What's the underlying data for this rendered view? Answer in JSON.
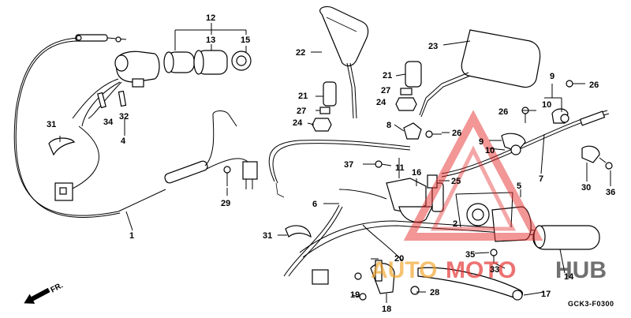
{
  "diagram": {
    "diagram_code": "GCK3-F0300",
    "front_label": "FR.",
    "watermark": {
      "auto": "AUTO",
      "moto": "MOTO",
      "hub": "HUB",
      "colors": {
        "red": "#e53030",
        "orange": "#f0a020",
        "dark": "#3a3a3a"
      }
    },
    "callouts": {
      "c1": "1",
      "c2": "2",
      "c4": "4",
      "c5": "5",
      "c6": "6",
      "c7": "7",
      "c8": "8",
      "c9a": "9",
      "c9b": "9",
      "c10a": "10",
      "c10b": "10",
      "c11": "11",
      "c12": "12",
      "c13": "13",
      "c14": "14",
      "c15": "15",
      "c16": "16",
      "c17": "17",
      "c18": "18",
      "c19": "19",
      "c20": "20",
      "c21a": "21",
      "c21b": "21",
      "c22": "22",
      "c23": "23",
      "c24a": "24",
      "c24b": "24",
      "c25": "25",
      "c26a": "26",
      "c26b": "26",
      "c26c": "26",
      "c27a": "27",
      "c27b": "27",
      "c28": "28",
      "c29": "29",
      "c30": "30",
      "c31a": "31",
      "c31b": "31",
      "c32": "32",
      "c33": "33",
      "c34": "34",
      "c35": "35",
      "c36": "36",
      "c37": "37"
    }
  }
}
